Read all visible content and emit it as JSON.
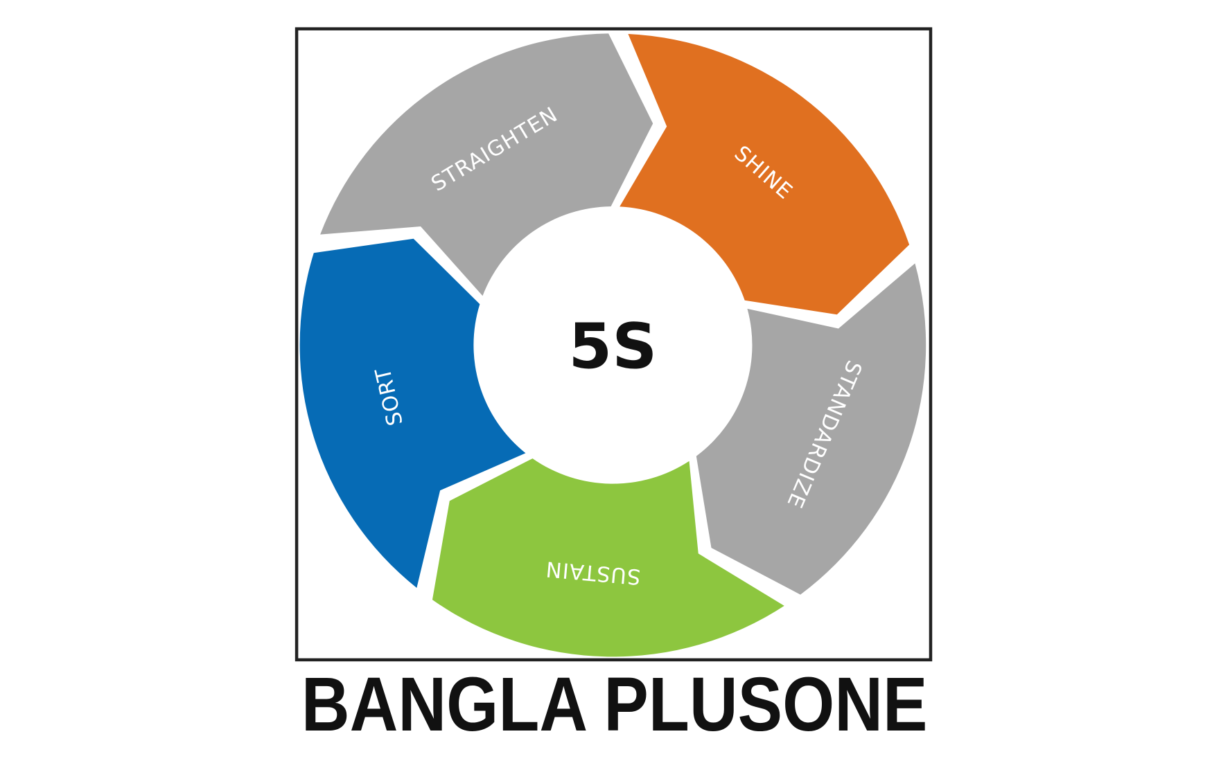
{
  "diagram": {
    "center_label": "5S",
    "segments": [
      {
        "label": "SHINE",
        "color": "#E07020"
      },
      {
        "label": "STANDARDIZE",
        "color": "#A6A6A6"
      },
      {
        "label": "SUSTAIN",
        "color": "#8DC63F"
      },
      {
        "label": "SORT",
        "color": "#066BB5"
      },
      {
        "label": "STRAIGHTEN",
        "color": "#A6A6A6"
      }
    ]
  },
  "brand": {
    "name": "BANGLA PLUSONE"
  }
}
